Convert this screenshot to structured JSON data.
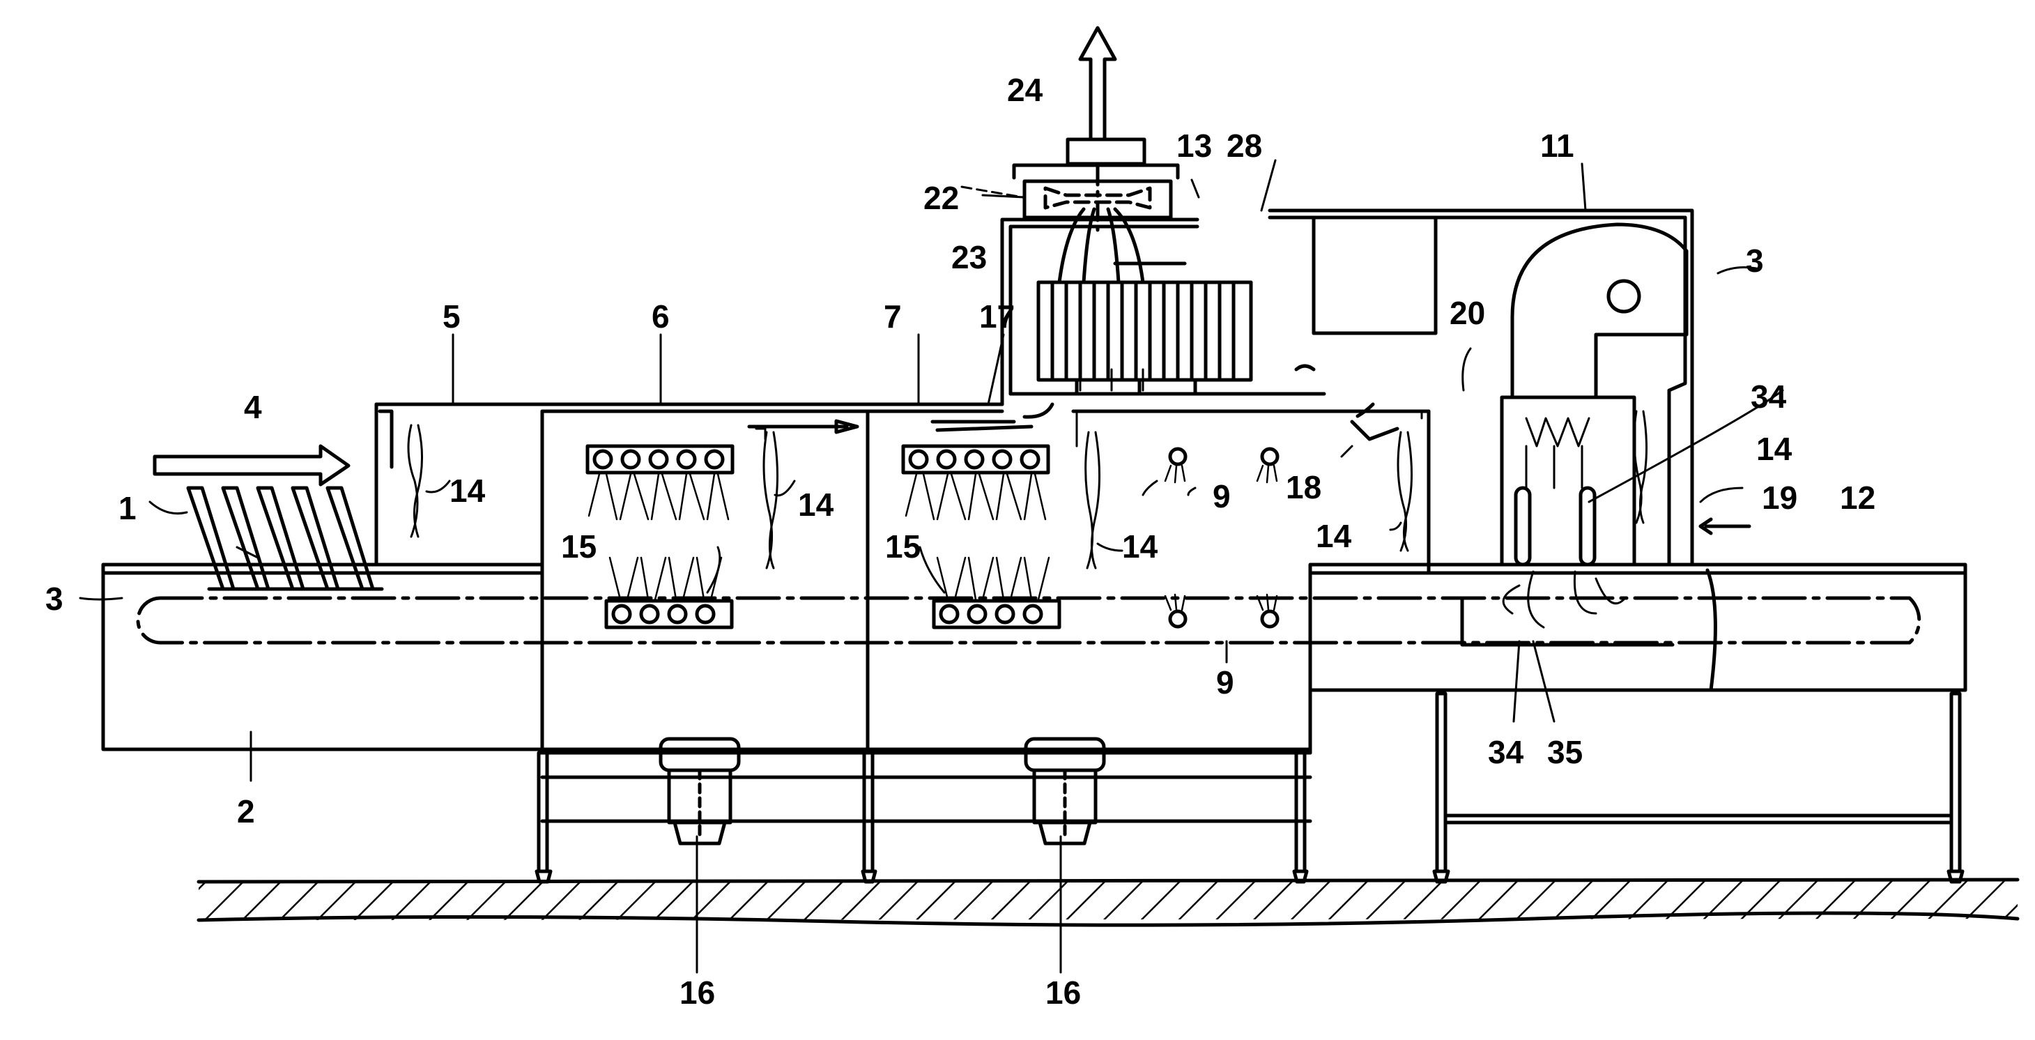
{
  "figure": {
    "kind": "patent line drawing - conveyor dishwasher, side view",
    "colors": {
      "ink": "#000000",
      "paper": "#ffffff"
    },
    "labels": {
      "l1": "1",
      "l2": "2",
      "l3a": "3",
      "l3b": "3",
      "l4": "4",
      "l5": "5",
      "l6": "6",
      "l7": "7",
      "l9a": "9",
      "l9b": "9",
      "l11": "11",
      "l12": "12",
      "l13": "13",
      "l14a": "14",
      "l14b": "14",
      "l14c": "14",
      "l14d": "14",
      "l14e": "14",
      "l15a": "15",
      "l15b": "15",
      "l16a": "16",
      "l16b": "16",
      "l17": "17",
      "l18": "18",
      "l19": "19",
      "l20": "20",
      "l22": "22",
      "l23": "23",
      "l24": "24",
      "l28": "28",
      "l34a": "34",
      "l34b": "34",
      "l35": "35"
    }
  }
}
